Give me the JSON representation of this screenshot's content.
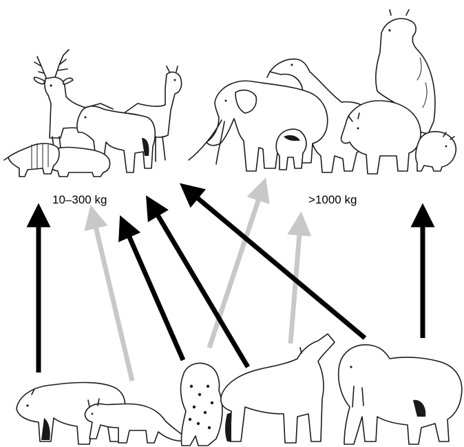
{
  "labels": {
    "small_prey_mass": "10–300 kg",
    "large_prey_mass": ">1000 kg"
  },
  "colors": {
    "arrow_dark": "#000000",
    "arrow_light": "#c8c8c8",
    "ink": "#1a1a1a",
    "background": "#ffffff"
  },
  "predators": [
    "bear-icon",
    "fox-icon",
    "leopard-icon",
    "wolf-icon",
    "sabertooth-cat-icon"
  ],
  "small_prey": [
    "armadillo-icon",
    "deer-icon",
    "capybara-icon",
    "horse-icon",
    "llama-icon"
  ],
  "large_prey": [
    "elephant-icon",
    "macrauchenia-icon",
    "ground-sloth-icon",
    "rhinoceros-icon",
    "toxodon-icon",
    "tapir-icon"
  ],
  "arrows": [
    {
      "from": "bear",
      "to": "small-prey",
      "shade": "dark"
    },
    {
      "from": "fox",
      "to": "small-prey",
      "shade": "light"
    },
    {
      "from": "leopard",
      "to": "small-prey",
      "shade": "dark"
    },
    {
      "from": "leopard",
      "to": "large-prey",
      "shade": "light"
    },
    {
      "from": "wolf",
      "to": "small-prey",
      "shade": "dark"
    },
    {
      "from": "wolf",
      "to": "large-prey",
      "shade": "light"
    },
    {
      "from": "sabertooth-cat",
      "to": "small-prey",
      "shade": "dark"
    },
    {
      "from": "sabertooth-cat",
      "to": "large-prey",
      "shade": "dark"
    }
  ]
}
